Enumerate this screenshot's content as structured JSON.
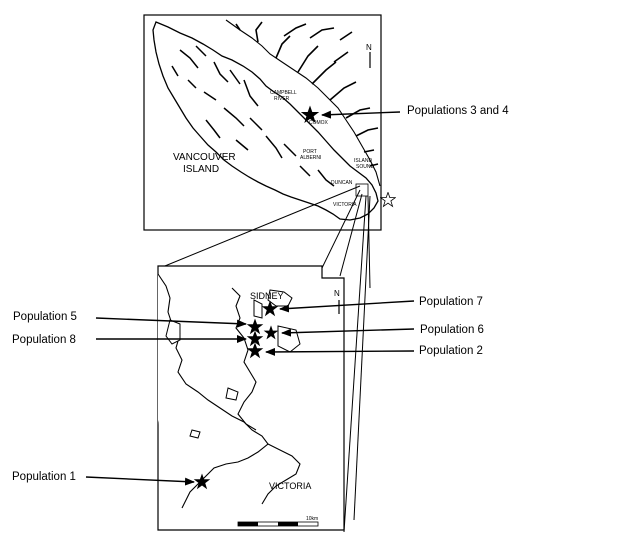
{
  "overview_map": {
    "island_label_line1": "VANCOUVER",
    "island_label_line2": "ISLAND",
    "towns": [
      {
        "key": "campbell_river_1",
        "label": "CAMPBELL"
      },
      {
        "key": "campbell_river_2",
        "label": "RIVER"
      },
      {
        "key": "comox",
        "label": "COMOX"
      },
      {
        "key": "port_alberni_1",
        "label": "PORT"
      },
      {
        "key": "port_alberni_2",
        "label": "ALBERNI"
      },
      {
        "key": "nanaimo_1",
        "label": "ISLAND"
      },
      {
        "key": "nanaimo_2",
        "label": "SOUND"
      },
      {
        "key": "duncan",
        "label": "DUNCAN"
      },
      {
        "key": "victoria_small",
        "label": "VICTORIA"
      }
    ],
    "north_label": "N"
  },
  "inset_map": {
    "sidney_label": "SIDNEY",
    "victoria_label": "VICTORIA",
    "north_label": "N",
    "scale_label": "10km"
  },
  "populations": [
    {
      "label": "Populations 3 and 4"
    },
    {
      "label": "Population 7"
    },
    {
      "label": "Population 5"
    },
    {
      "label": "Population 6"
    },
    {
      "label": "Population 8"
    },
    {
      "label": "Population 2"
    },
    {
      "label": "Population 1"
    }
  ],
  "colors": {
    "ink": "#000000",
    "paper": "#ffffff"
  }
}
